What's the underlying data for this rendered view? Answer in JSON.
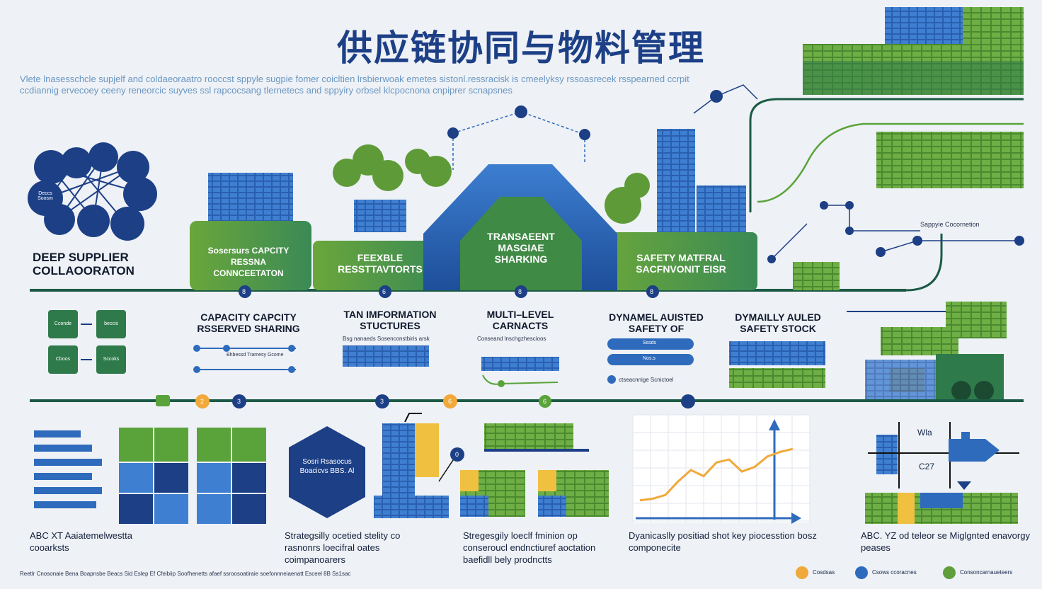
{
  "title": "供应链协同与物料管理",
  "subtitle": "Vlete lnasesschcle supjelf and coldaeoraatro rooccst sppyle sugpie fomer coicltien lrsbierwoak emetes sistonl.ressracisk is cmeelyksy rssoasrecek rsspearned ccrpit ccdiannig ervecoey ceeny reneorcic suyves ssl rapcocsang tlernetecs and sppyiry orbsel klcpocnona cnpiprer scnapsnes",
  "colors": {
    "navy": "#1c3f86",
    "blue": "#2f6bbd",
    "green": "#5f9e3b",
    "dark_green": "#2f7a4a",
    "orange": "#f0a93a"
  },
  "top": {
    "supplier_label": "DEEP SUPPLIER COLLAOORATON",
    "blocks": [
      {
        "text": "Sosersurs CAPCITY RESSNA CONNCEETATON"
      },
      {
        "text": "FEEXBLE RESSTTAVTORTS"
      },
      {
        "text": "TRANSAEENT MASGIAE SHARKING"
      },
      {
        "text": "SAFETY MATFRAL SACFNVONIT EISR"
      }
    ],
    "step_numbers": [
      "8",
      "6",
      "8",
      "8"
    ],
    "right_label": "Sappyie Cocornetion",
    "network_nodes": [
      "Deccs Soosm",
      "",
      "",
      "",
      "",
      "",
      "",
      "",
      "",
      ""
    ]
  },
  "mid": {
    "col1_boxes": [
      "Cconde",
      "beccis",
      "Cboos",
      "Sccoks"
    ],
    "col2_label": "CAPACITY CAPCITY RSSERVED SHARING",
    "col2_note": "Bhbessd Tramesy Gcome",
    "col3_label": "TAN IMFORMATION STUCTURES",
    "col3_note": "Bsg nanaeds Sosenconstbiris arsk",
    "col4_label": "MULTI–LEVEL CARNACTS",
    "col4_note": "Conseand lnschgzhescioos",
    "col5_label": "DYNAMEL AUISTED SAFETY OF",
    "col5_bars": [
      "Sssds",
      "Nos.s"
    ],
    "col5_note": "ctseacnnige Scnictoel",
    "col6_label": "DYMAILLY AULED SAFETY STOCK"
  },
  "timeline_markers": [
    "",
    "2",
    "3",
    "3",
    "",
    "6",
    "6"
  ],
  "bottom": {
    "abc_caption": "ABC XT Aaiatemelwestta cooarksts",
    "hex_text": "Sosri Rsasocus Boacicvs BBS. Al",
    "strat_caption": "Strategsilly ocetied stelity co rasnonrs loecifral oates coimpanoarers",
    "strat2_caption": "Stregesgily loeclf fminion op conseroucl endnctiuref aoctation baefidll bely prodnctts",
    "chart_caption": "Dyanicaslly positiad shot key piocesstion bosz componecite",
    "abc2_caption": "ABC. YZ od teleor se Miglgnted enavorgy peases",
    "stack_label": "0",
    "diag_labels": [
      "Wla",
      "C27"
    ]
  },
  "chart_data": {
    "type": "line",
    "title": "",
    "xlabel": "",
    "ylabel": "",
    "series": [
      {
        "values": [
          20,
          22,
          27,
          45,
          60,
          52,
          70,
          74,
          58,
          64,
          78,
          84,
          88
        ]
      }
    ],
    "ylim": [
      0,
      120
    ],
    "grid": true
  },
  "footer": {
    "left": "Reetlr Cnosonaie Bena Boapnsbe Beacs Sid Eslep Ef Cfeibiip Soofhenetts afaef ssroosoatiraie soefonnneiaenatt Esceel 8B Ss1sac",
    "legend": [
      {
        "label": "Cosdsas",
        "color": "#f0a93a"
      },
      {
        "label": "Csows ccoracnes",
        "color": "#2f6bbd"
      },
      {
        "label": "Consoncarnaueteers",
        "color": "#5f9e3b"
      }
    ]
  }
}
